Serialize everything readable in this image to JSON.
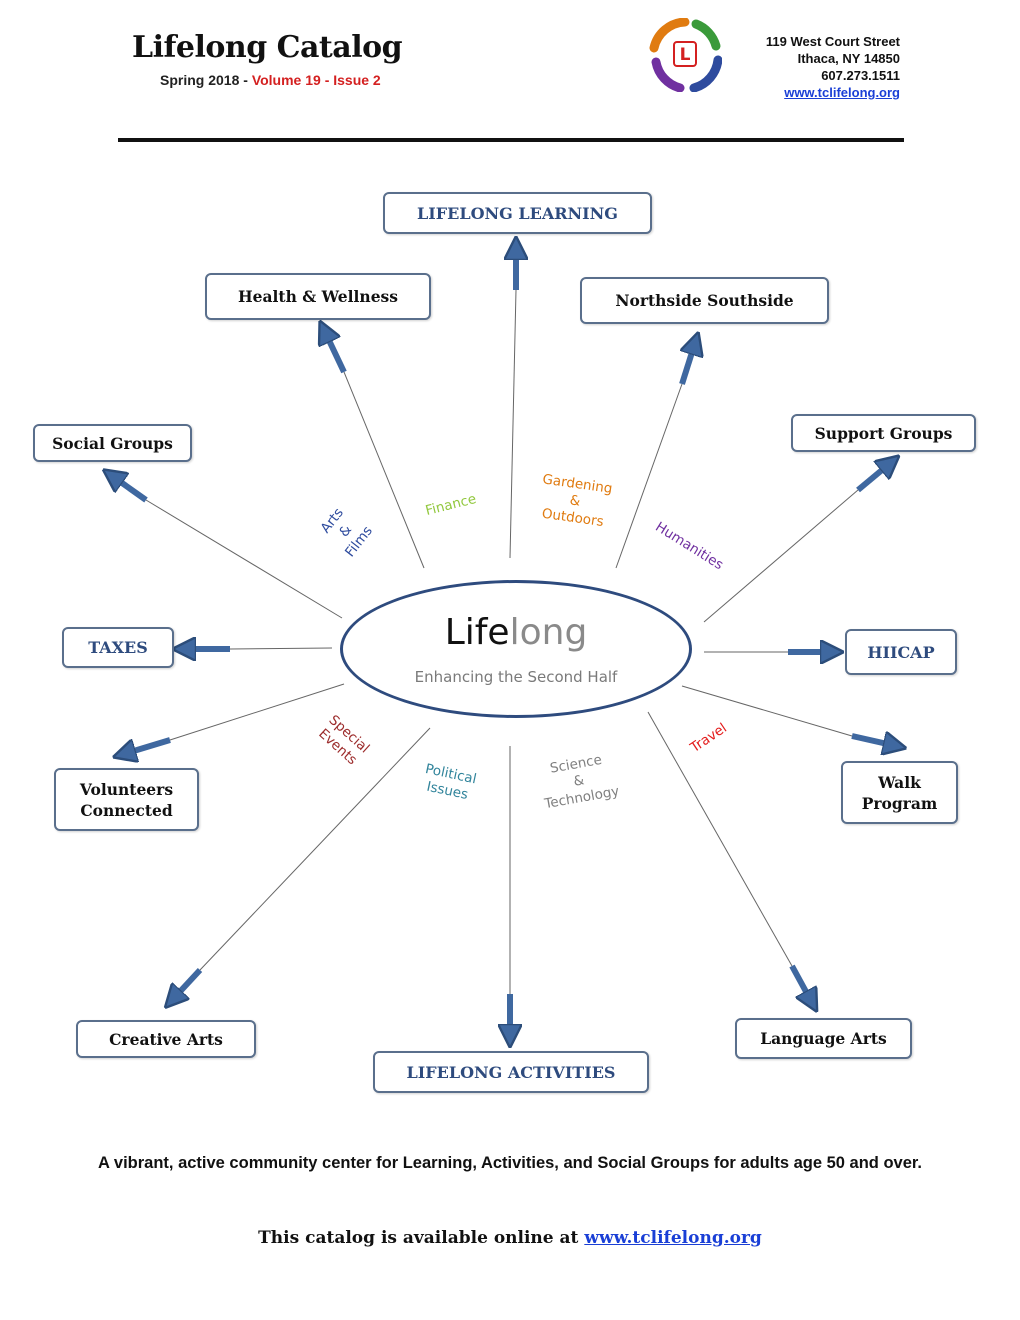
{
  "header": {
    "title": "Lifelong Catalog",
    "season": "Spring 2018 - ",
    "volume": "Volume 19 - Issue 2",
    "address_line1": "119 West Court Street",
    "address_line2": "Ithaca, NY 14850",
    "phone": "607.273.1511",
    "website": "www.tclifelong.org",
    "logo_letter": "L"
  },
  "center": {
    "life": "Life",
    "long": "long",
    "tagline": "Enhancing the Second Half"
  },
  "boxes": {
    "lifelong_learning": "LIFELONG LEARNING",
    "health_wellness": "Health & Wellness",
    "northside_southside": "Northside Southside",
    "social_groups": "Social Groups",
    "support_groups": "Support Groups",
    "taxes": "TAXES",
    "hiicap": "HIICAP",
    "volunteers_1": "Volunteers",
    "volunteers_2": "Connected",
    "walk_1": "Walk",
    "walk_2": "Program",
    "creative_arts": "Creative Arts",
    "language_arts": "Language Arts",
    "lifelong_activities": "LIFELONG ACTIVITIES"
  },
  "spoke_labels": {
    "arts": "Arts",
    "arts_amp": "&",
    "films": "Films",
    "finance": "Finance",
    "gardening": "Gardening",
    "gardening_amp": "&",
    "outdoors": "Outdoors",
    "humanities": "Humanities",
    "special": "Special",
    "events": "Events",
    "political": "Political",
    "issues": "Issues",
    "science": "Science",
    "science_amp": "&",
    "technology": "Technology",
    "travel": "Travel"
  },
  "colors": {
    "arrow": "#3f68a0",
    "box_border": "#5a6f8c",
    "arts_films": "#2e4b9e",
    "finance": "#92c83e",
    "gardening": "#e07b10",
    "humanities": "#7030a0",
    "special_events": "#9c2b2b",
    "political": "#31849b",
    "science": "#7f7f7f",
    "travel": "#e41b1b"
  },
  "footer": {
    "description": "A vibrant, active community center for Learning, Activities, and Social Groups for adults age 50 and over.",
    "available_prefix": "This catalog is available online at ",
    "available_link": "www.tclifelong.org"
  }
}
